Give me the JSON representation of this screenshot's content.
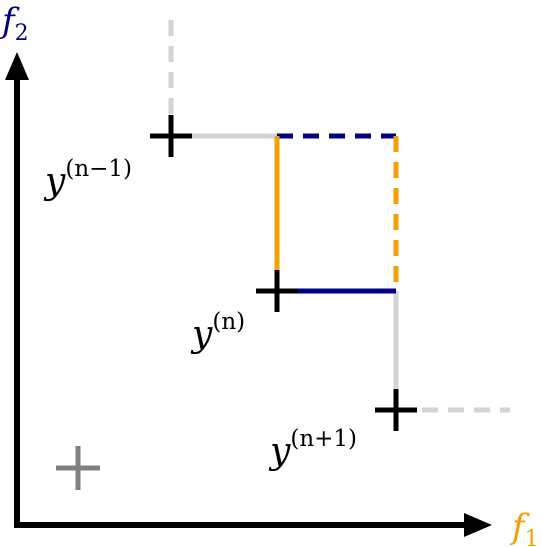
{
  "axes": {
    "f2_label": {
      "base": "f",
      "sub": "2"
    },
    "f1_label": {
      "base": "f",
      "sub": "1"
    }
  },
  "points": [
    {
      "id": "prev",
      "base": "y",
      "sup": "(n−1)"
    },
    {
      "id": "curr",
      "base": "y",
      "sup": "(n)"
    },
    {
      "id": "next",
      "base": "y",
      "sup": "(n+1)"
    },
    {
      "id": "dominated",
      "base": "",
      "sup": ""
    }
  ],
  "colors": {
    "axis": "#000000",
    "f1_accent": "#f5a000",
    "f2_accent": "#000080",
    "staircase": "#d3d3d3",
    "dominated_point": "#808080",
    "point": "#000000"
  }
}
